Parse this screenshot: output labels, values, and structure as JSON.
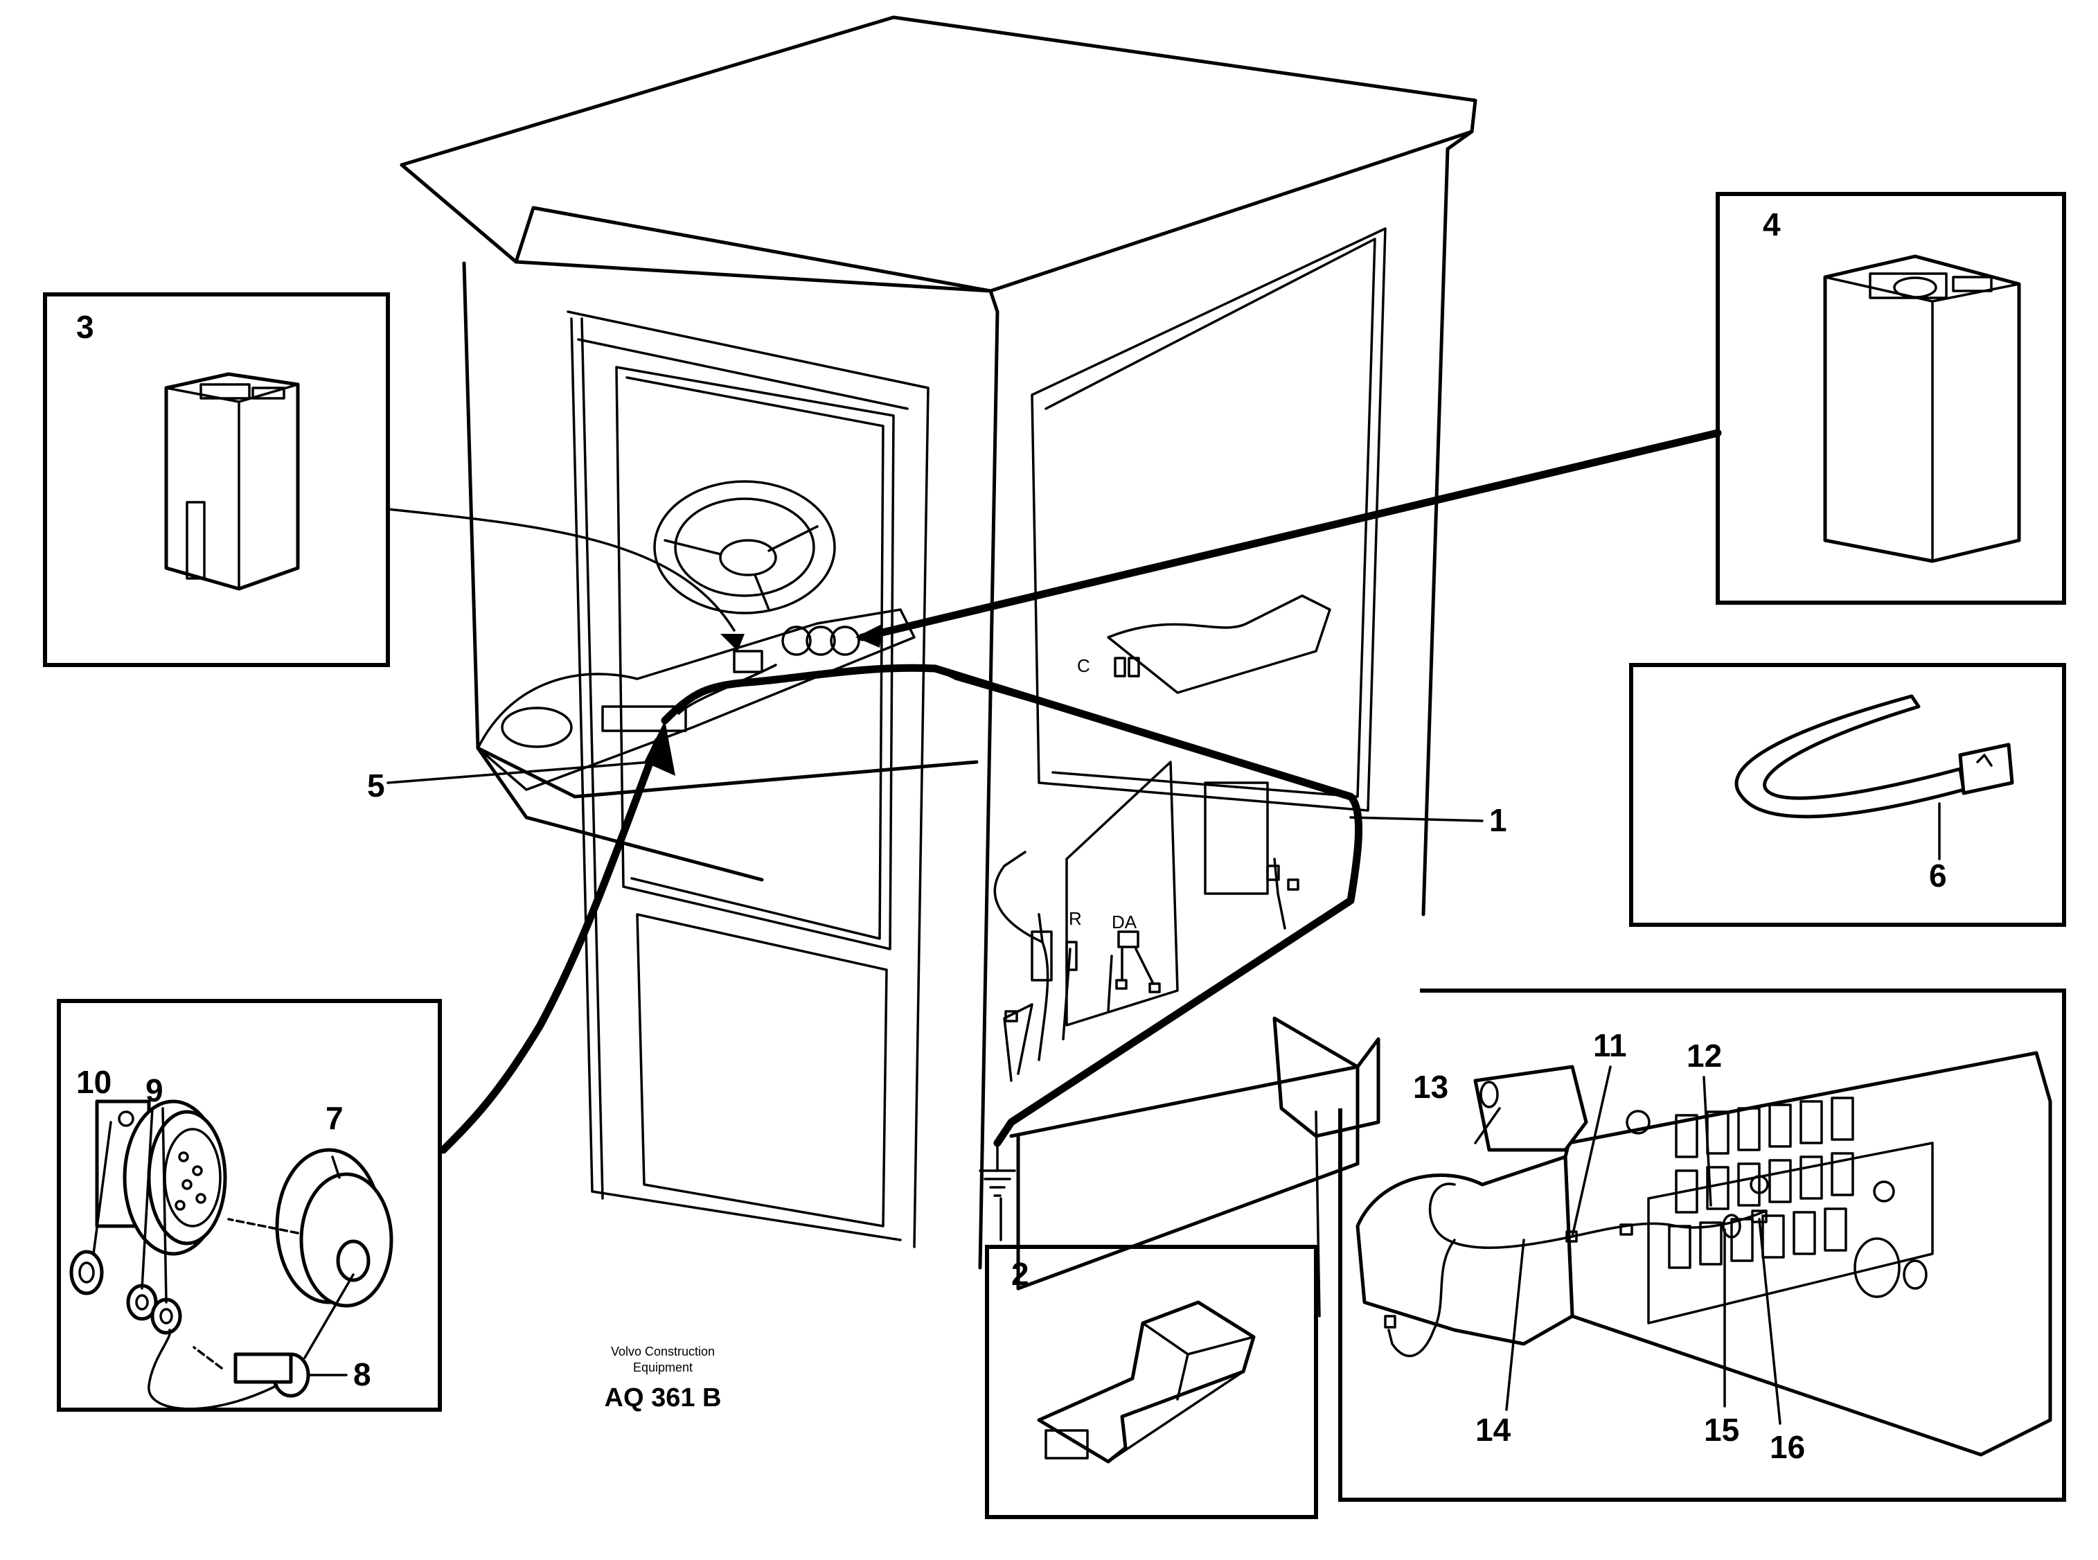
{
  "diagram": {
    "labels": {
      "n1": "1",
      "n2": "2",
      "n3": "3",
      "n4": "4",
      "n5": "5",
      "n6": "6",
      "n7": "7",
      "n8": "8",
      "n9": "9",
      "n10": "10",
      "n11": "11",
      "n12": "12",
      "n13": "13",
      "n14": "14",
      "n15": "15",
      "n16": "16"
    },
    "panel_marks": {
      "c": "C",
      "r": "R",
      "da": "DA"
    },
    "caption_line1": "Volvo Construction",
    "caption_line2": "Equipment",
    "reference": "AQ 361 B"
  }
}
